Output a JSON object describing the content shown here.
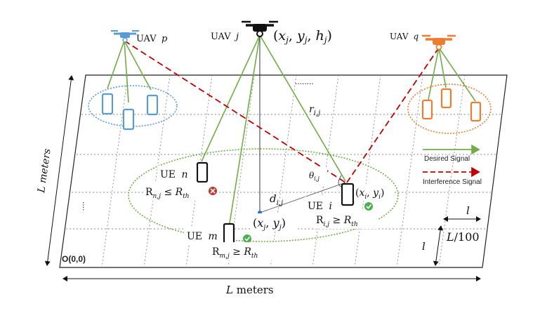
{
  "uavs": {
    "p": {
      "prefix": "UAV",
      "var": "p"
    },
    "j": {
      "prefix": "UAV",
      "var": "j",
      "coords": "(x_j, y_j, h_j)"
    },
    "q": {
      "prefix": "UAV",
      "var": "q"
    }
  },
  "ues": {
    "n": {
      "prefix": "UE",
      "var": "n",
      "condition": "R_{n,j} ≤ R_th",
      "status": "fail"
    },
    "m": {
      "prefix": "UE",
      "var": "m",
      "condition": "R_{m,j} ≥ R_th",
      "status": "ok"
    },
    "i": {
      "prefix": "UE",
      "var": "i",
      "coords": "(x_i, y_i)",
      "condition": "R_{i,j} ≥ R_th",
      "status": "ok"
    }
  },
  "annotations": {
    "r_ij": "r_{i,j}",
    "theta_ij": "θ_{i,j}",
    "d_ij": "d_{i,j}",
    "ground_point": "(x_j, y_j)",
    "origin": "O(0,0)",
    "side_l_top": "l",
    "side_l_left": "l",
    "side_ratio": "L/100",
    "axis_bottom": "L meters",
    "axis_left": "L meters"
  },
  "legend": {
    "desired": "Desired Signal",
    "interference": "Interference Signal"
  },
  "colors": {
    "uav_p": "#5b9bd5",
    "uav_q": "#ed7d31",
    "uav_j": "#111111",
    "desired": "#70ad47",
    "interference": "#c00000",
    "cluster_p": "#5b9bd5",
    "cluster_q": "#ed7d31",
    "cluster_j": "#70ad47",
    "fail_badge": "#c0392b",
    "ok_badge": "#4caf50"
  }
}
